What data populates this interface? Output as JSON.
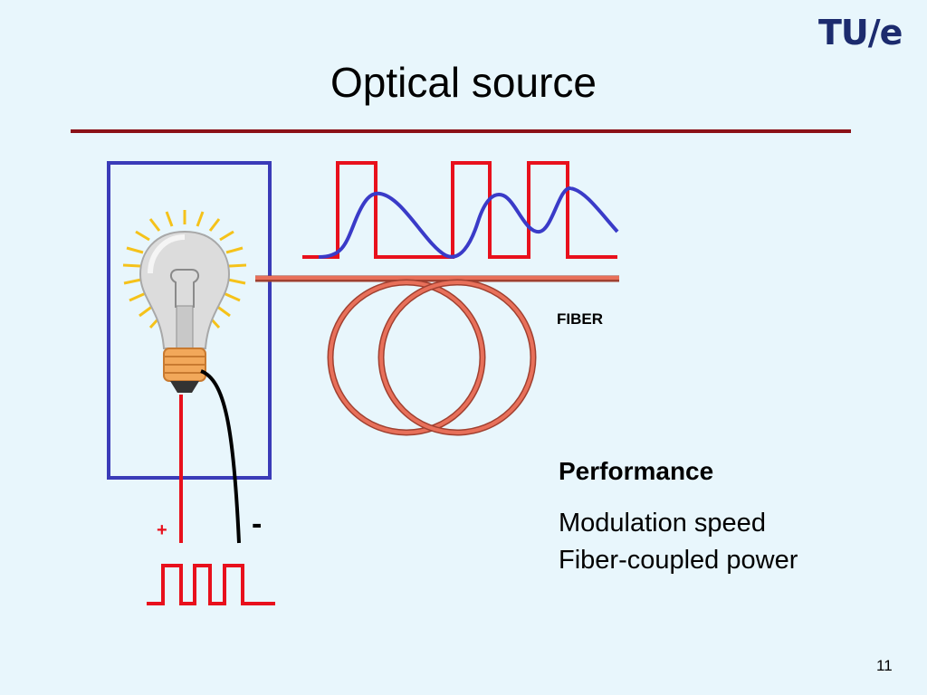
{
  "slide": {
    "title": "Optical source",
    "logo_text": "TU/e",
    "fiber_label": "FIBER",
    "performance_heading": "Performance",
    "performance_items": [
      "Modulation speed",
      "Fiber-coupled power"
    ],
    "plus_label": "+",
    "minus_label": "-",
    "page_number": "11"
  },
  "colors": {
    "background": "#e8f6fc",
    "title_rule": "#8b1118",
    "box_border": "#3a3bb8",
    "signal_red": "#e8101c",
    "optical_blue": "#3a3bc8",
    "fiber": "#e8705a",
    "logo": "#1c2b6e"
  },
  "icons": [
    "light-bulb-icon",
    "light-rays-icon",
    "fiber-coil-icon"
  ]
}
